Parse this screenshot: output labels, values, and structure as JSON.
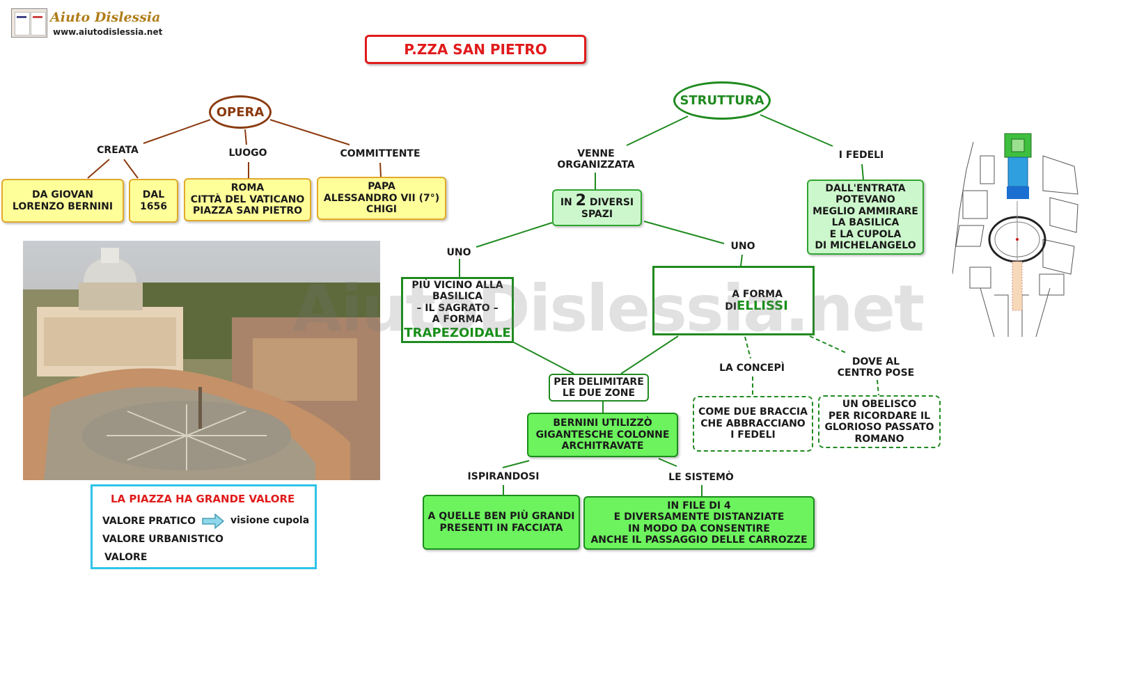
{
  "logo": {
    "name": "Aiuto Dislessia",
    "url": "www.aiutodislessia.net"
  },
  "watermark": "AiutoDislessia.net",
  "title": "P.ZZA SAN PIETRO",
  "left": {
    "opera": "OPERA",
    "creata": "CREATA",
    "luogo": "LUOGO",
    "committente": "COMMITTENTE",
    "bernini": [
      "DA GIOVAN",
      "LORENZO BERNINI"
    ],
    "dal": [
      "DAL",
      "1656"
    ],
    "roma": [
      "ROMA",
      "CITTÀ DEL VATICANO",
      "PIAZZA SAN PIETRO"
    ],
    "papa": [
      "PAPA",
      "ALESSANDRO VII (7°)",
      "CHIGI"
    ]
  },
  "valore_box": {
    "title": "LA PIAZZA HA GRANDE VALORE",
    "pratico": "VALORE PRATICO",
    "visione": "visione cupola",
    "urbanistico": "VALORE URBANISTICO",
    "valore": "VALORE"
  },
  "right": {
    "struttura": "STRUTTURA",
    "venne": [
      "VENNE",
      "ORGANIZZATA"
    ],
    "fedeli": "I FEDELI",
    "in2": {
      "pre": "IN ",
      "num": "2",
      "post": " DIVERSI",
      "line2": "SPAZI"
    },
    "entrata": [
      "DALL'ENTRATA",
      "POTEVANO",
      "MEGLIO AMMIRARE",
      "LA BASILICA",
      "E LA CUPOLA",
      "DI MICHELANGELO"
    ],
    "uno_left": "UNO",
    "uno_right": "UNO",
    "vicino": [
      "PIÙ VICINO ALLA",
      "BASILICA",
      "– IL SAGRATO –",
      "A FORMA"
    ],
    "trapezoidale": "TRAPEZOIDALE",
    "ellissi_pre": [
      "A FORMA",
      "DI "
    ],
    "ellissi": "ELLISSI",
    "concepi": "LA CONCEPÌ",
    "dove": [
      "DOVE AL",
      "CENTRO POSE"
    ],
    "delimitare": [
      "PER DELIMITARE",
      "LE DUE ZONE"
    ],
    "braccia": [
      "COME DUE BRACCIA",
      "CHE ABBRACCIANO",
      "I FEDELI"
    ],
    "obelisco": [
      "UN OBELISCO",
      "PER RICORDARE IL",
      "GLORIOSO PASSATO",
      "ROMANO"
    ],
    "colonne": [
      "BERNINI UTILIZZÒ",
      "GIGANTESCHE  COLONNE",
      "ARCHITRAVATE"
    ],
    "ispirandosi": "ISPIRANDOSI",
    "sistemo": "LE SISTEMÒ",
    "facciata": [
      "A QUELLE BEN PIÙ GRANDI",
      "PRESENTI  IN  FACCIATA"
    ],
    "file": [
      "IN  FILE  DI 4",
      "E DIVERSAMENTE DISTANZIATE",
      "IN MODO DA CONSENTIRE",
      "ANCHE IL PASSAGGIO  DELLE  CARROZZE"
    ]
  },
  "colors": {
    "title_red": "#e01b1b",
    "opera_brown": "#8b3a0f",
    "green": "#1f8a1f",
    "cyan": "#2fc3e8"
  }
}
